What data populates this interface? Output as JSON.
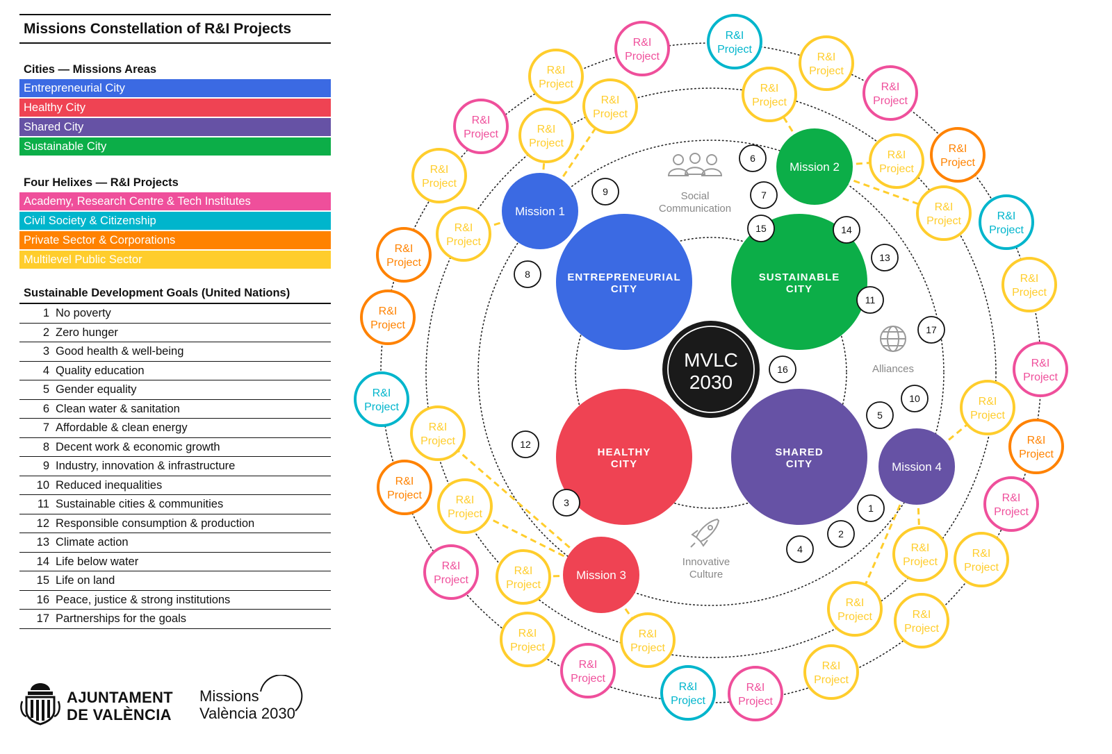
{
  "title": "Missions Constellation of R&I Projects",
  "areas": {
    "title": "Cities — Missions Areas",
    "items": [
      {
        "label": "Entrepreneurial City",
        "color": "#3b6ae3"
      },
      {
        "label": "Healthy City",
        "color": "#ef4353"
      },
      {
        "label": "Shared City",
        "color": "#6652a5"
      },
      {
        "label": "Sustainable City",
        "color": "#0cae48"
      }
    ]
  },
  "helixes": {
    "title": "Four Helixes — R&I Projects",
    "items": [
      {
        "label": "Academy, Research Centre & Tech Institutes",
        "color": "#ef4f9b"
      },
      {
        "label": "Civil Society & Citizenship",
        "color": "#00b5cc"
      },
      {
        "label": "Private Sector & Corporations",
        "color": "#ff8200"
      },
      {
        "label": "Multilevel Public Sector",
        "color": "#ffcd2c"
      }
    ]
  },
  "sdgs": {
    "title": "Sustainable Development Goals (United Nations)",
    "items": [
      {
        "num": "1",
        "label": "No poverty"
      },
      {
        "num": "2",
        "label": "Zero hunger"
      },
      {
        "num": "3",
        "label": "Good health & well-being"
      },
      {
        "num": "4",
        "label": "Quality education"
      },
      {
        "num": "5",
        "label": "Gender equality"
      },
      {
        "num": "6",
        "label": "Clean water & sanitation"
      },
      {
        "num": "7",
        "label": "Affordable & clean energy"
      },
      {
        "num": "8",
        "label": "Decent work & economic growth"
      },
      {
        "num": "9",
        "label": "Industry, innovation & infrastructure"
      },
      {
        "num": "10",
        "label": "Reduced inequalities"
      },
      {
        "num": "11",
        "label": "Sustainable cities & communities"
      },
      {
        "num": "12",
        "label": "Responsible consumption & production"
      },
      {
        "num": "13",
        "label": "Climate action"
      },
      {
        "num": "14",
        "label": "Life below water"
      },
      {
        "num": "15",
        "label": "Life on land"
      },
      {
        "num": "16",
        "label": "Peace, justice & strong institutions"
      },
      {
        "num": "17",
        "label": "Partnerships for the goals"
      }
    ]
  },
  "logos": {
    "ajuntament_line1": "AJUNTAMENT",
    "ajuntament_line2": "DE VALÈNCIA",
    "missions_line1": "Missions",
    "missions_line2": "València 2030"
  },
  "diagram": {
    "center": {
      "line1": "MVLC",
      "line2": "2030"
    },
    "cities": [
      {
        "line1": "ENTREPRENEURIAL",
        "line2": "CITY",
        "color": "#3b6ae3"
      },
      {
        "line1": "SUSTAINABLE",
        "line2": "CITY",
        "color": "#0cae48"
      },
      {
        "line1": "HEALTHY",
        "line2": "CITY",
        "color": "#ef4353"
      },
      {
        "line1": "SHARED",
        "line2": "CITY",
        "color": "#6652a5"
      }
    ],
    "missions": [
      {
        "label": "Mission 1",
        "color": "#3b6ae3"
      },
      {
        "label": "Mission 2",
        "color": "#0cae48"
      },
      {
        "label": "Mission 3",
        "color": "#ef4353"
      },
      {
        "label": "Mission 4",
        "color": "#6652a5"
      }
    ],
    "enablers": [
      {
        "line1": "Social",
        "line2": "Communication",
        "icon": "people-icon"
      },
      {
        "line1": "Alliances",
        "line2": "",
        "icon": "globe-icon"
      },
      {
        "line1": "Innovative",
        "line2": "Culture",
        "icon": "rocket-icon"
      }
    ],
    "project_label": {
      "line1": "R&I",
      "line2": "Project"
    },
    "sdg_badges": [
      "1",
      "2",
      "3",
      "4",
      "5",
      "6",
      "7",
      "8",
      "9",
      "10",
      "11",
      "12",
      "13",
      "14",
      "15",
      "16",
      "17"
    ],
    "projects": [
      {
        "helix": "academy"
      },
      {
        "helix": "civil"
      },
      {
        "helix": "public"
      },
      {
        "helix": "academy"
      },
      {
        "helix": "public"
      },
      {
        "helix": "public"
      },
      {
        "helix": "academy"
      },
      {
        "helix": "public"
      },
      {
        "helix": "public"
      },
      {
        "helix": "public"
      },
      {
        "helix": "public"
      },
      {
        "helix": "private"
      },
      {
        "helix": "public"
      },
      {
        "helix": "civil"
      },
      {
        "helix": "private"
      },
      {
        "helix": "public"
      },
      {
        "helix": "private"
      },
      {
        "helix": "civil"
      },
      {
        "helix": "public"
      },
      {
        "helix": "private"
      },
      {
        "helix": "public"
      },
      {
        "helix": "academy"
      },
      {
        "helix": "public"
      },
      {
        "helix": "public"
      },
      {
        "helix": "public"
      },
      {
        "helix": "academy"
      },
      {
        "helix": "public"
      },
      {
        "helix": "public"
      },
      {
        "helix": "public"
      },
      {
        "helix": "academy"
      },
      {
        "helix": "civil"
      },
      {
        "helix": "academy"
      },
      {
        "helix": "public"
      },
      {
        "helix": "private"
      },
      {
        "helix": "academy"
      },
      {
        "helix": "public"
      },
      {
        "helix": "public"
      },
      {
        "helix": "public"
      },
      {
        "helix": "civil"
      },
      {
        "helix": "public"
      }
    ]
  }
}
